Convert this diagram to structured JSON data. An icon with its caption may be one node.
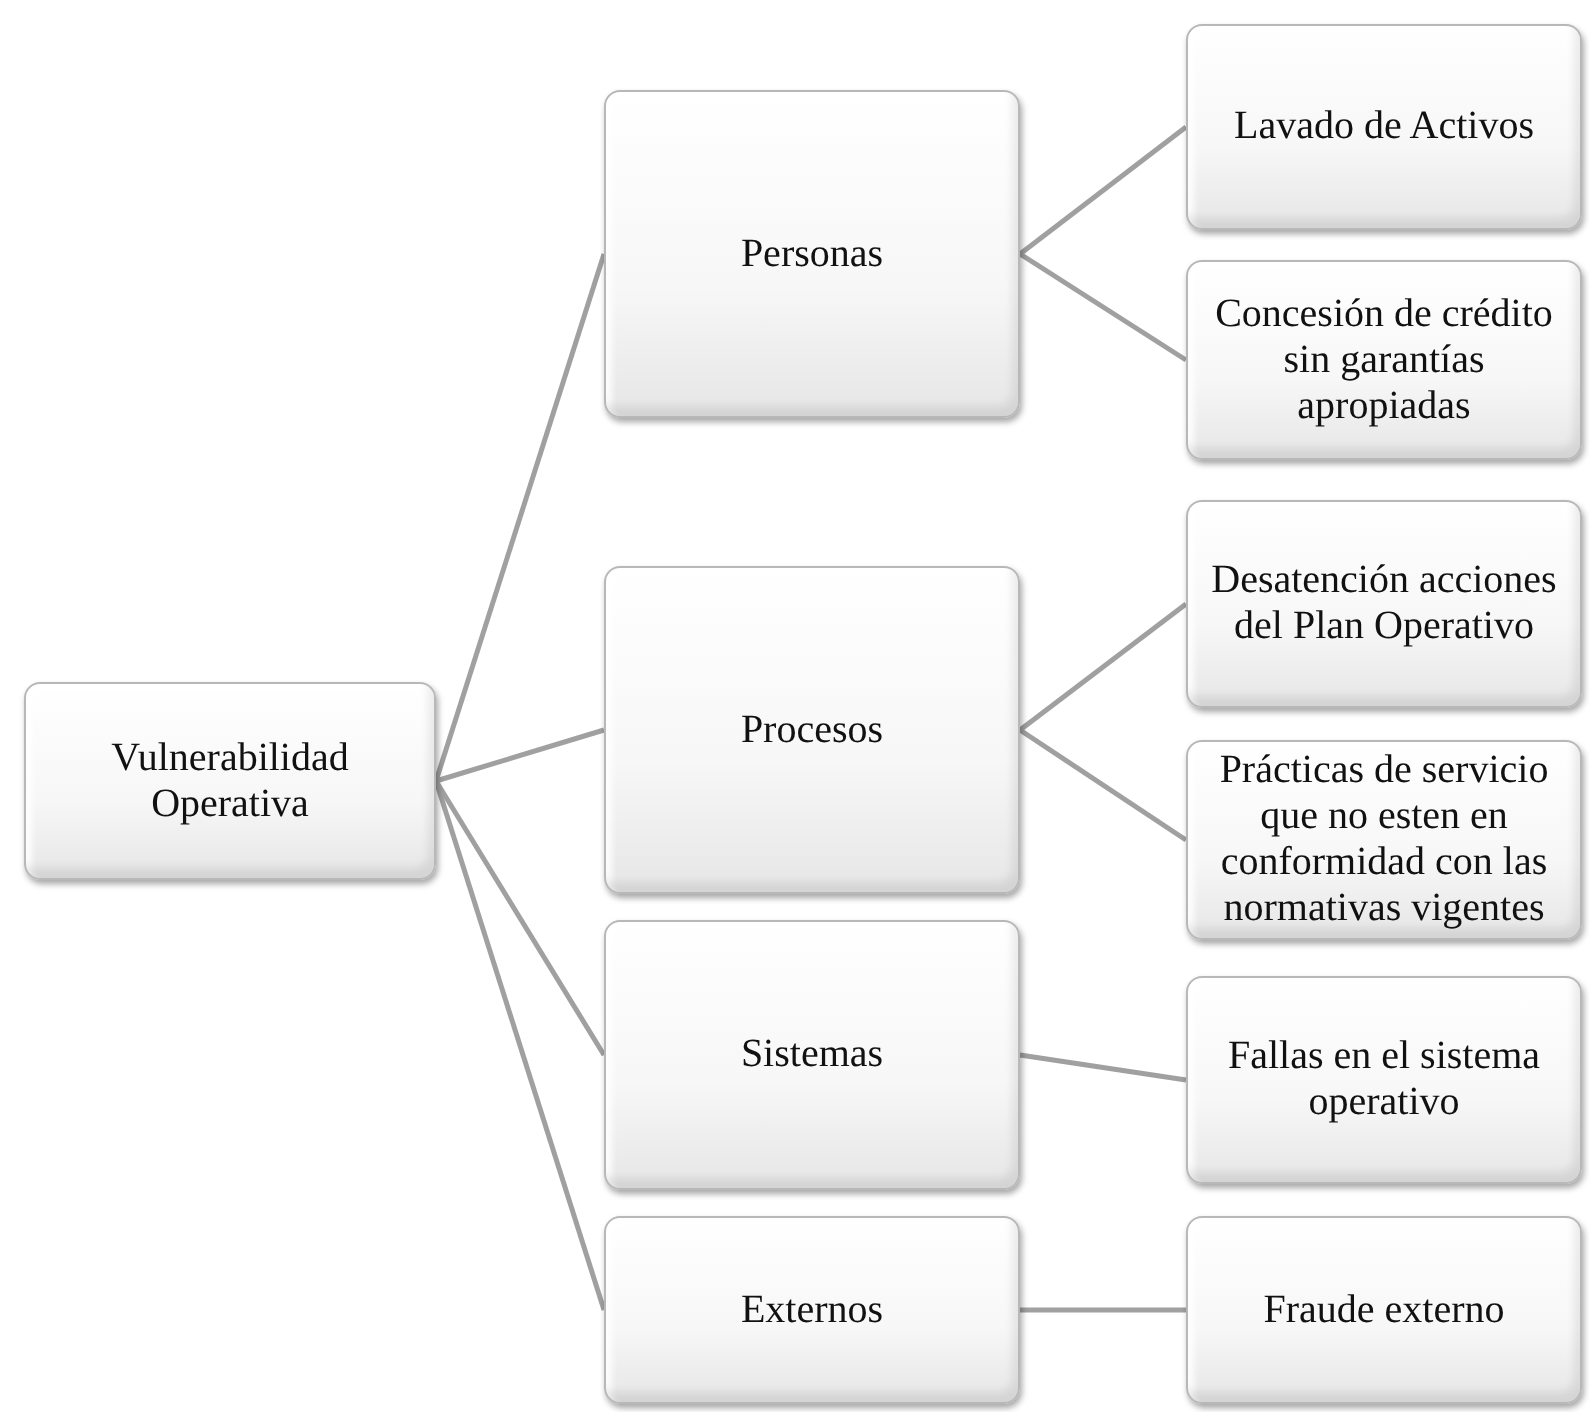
{
  "diagram": {
    "nodes": [
      {
        "text": [
          "Vulnerabilidad Operativa"
        ]
      },
      {
        "text": [
          "Personas"
        ]
      },
      {
        "text": [
          "Lavado de Activos"
        ]
      },
      {
        "text": [
          "Concesión de crédito sin garantías apropiadas"
        ]
      },
      {
        "text": [
          "Procesos"
        ]
      },
      {
        "text": [
          "Desatención acciones del Plan Operativo"
        ]
      },
      {
        "text": [
          "Prácticas de servicio que no esten en conformidad con las normativas vigentes"
        ]
      },
      {
        "text": [
          "Sistemas"
        ]
      },
      {
        "text": [
          "Fallas en el sistema operativo"
        ]
      },
      {
        "text": [
          "Externos"
        ]
      },
      {
        "text": [
          "Fraude externo"
        ]
      }
    ],
    "edges": [
      {
        "from": 0,
        "to": 1,
        "arrow": "none"
      },
      {
        "from": 0,
        "to": 4,
        "arrow": "none"
      },
      {
        "from": 0,
        "to": 7,
        "arrow": "none"
      },
      {
        "from": 0,
        "to": 9,
        "arrow": "none"
      },
      {
        "from": 1,
        "to": 2,
        "arrow": "none"
      },
      {
        "from": 1,
        "to": 3,
        "arrow": "none"
      },
      {
        "from": 4,
        "to": 5,
        "arrow": "none"
      },
      {
        "from": 4,
        "to": 6,
        "arrow": "none"
      },
      {
        "from": 7,
        "to": 8,
        "arrow": "none"
      },
      {
        "from": 9,
        "to": 10,
        "arrow": "none"
      }
    ]
  }
}
